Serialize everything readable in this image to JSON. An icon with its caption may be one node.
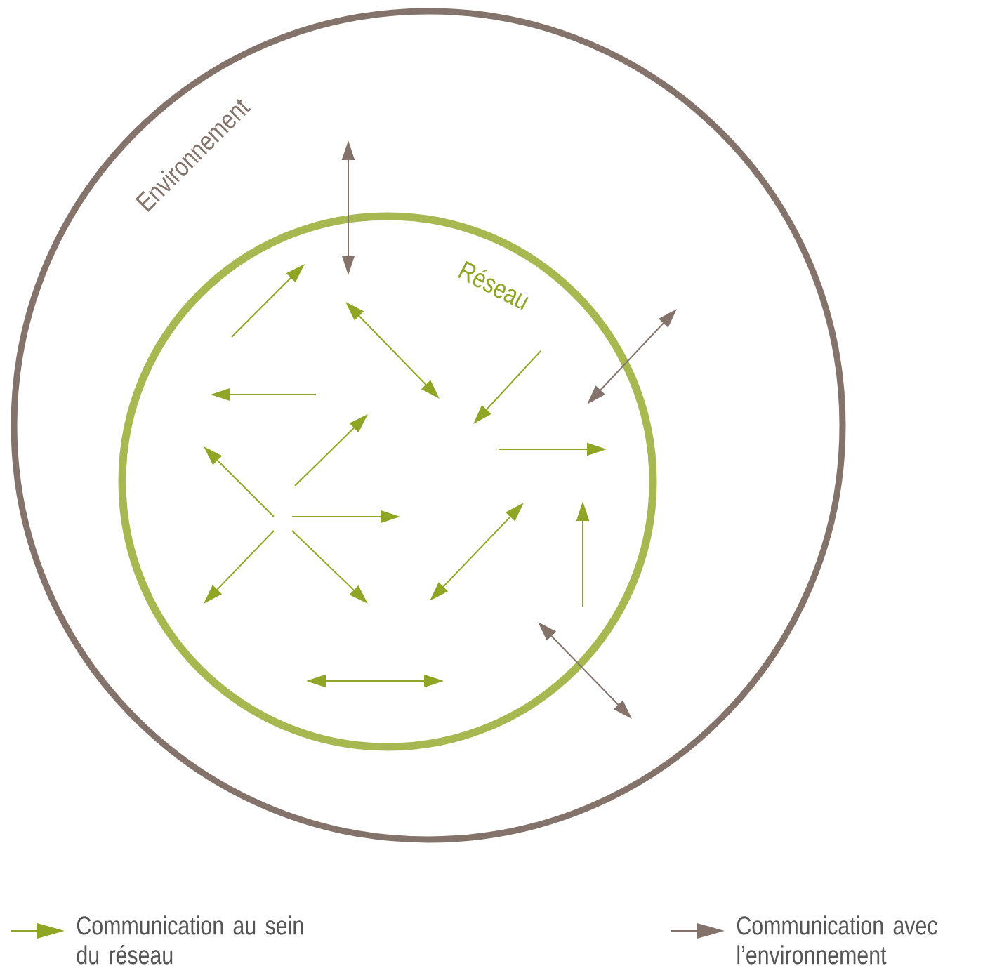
{
  "diagram": {
    "nodes": [
      {
        "text": [
          "Environnement"
        ]
      },
      {
        "text": [
          "Réseau"
        ],
        "in": 0
      }
    ],
    "legend": [
      {
        "text": "Communication au sein du réseau"
      },
      {
        "text": "Communication avec l’environnement"
      }
    ]
  }
}
